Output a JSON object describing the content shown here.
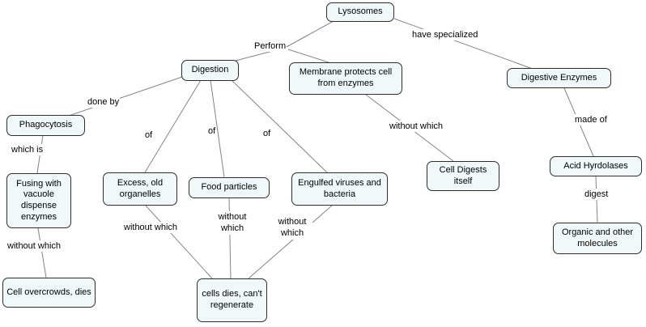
{
  "title": "Lysosomes concept map",
  "colors": {
    "background": "#ffffff",
    "node_fill": "#f1f8f9",
    "node_border": "#2e2e2e",
    "line": "#848484",
    "text": "#000000"
  },
  "nodes": {
    "lysosomes": {
      "label": "Lysosomes"
    },
    "digestion": {
      "label": "Digestion"
    },
    "membrane": {
      "label": "Membrane protects cell from enzymes"
    },
    "digestive_enzymes": {
      "label": "Digestive Enzymes"
    },
    "phagocytosis": {
      "label": "Phagocytosis"
    },
    "excess_organelles": {
      "label": "Excess, old organelles"
    },
    "food_particles": {
      "label": "Food particles"
    },
    "engulfed_viruses": {
      "label": "Engulfed viruses and bacteria"
    },
    "cell_digests_itself": {
      "label": "Cell Digests itself"
    },
    "acid_hydrolases": {
      "label": "Acid Hyrdolases"
    },
    "fusing_vacuole": {
      "label": "Fusing with vacuole dispense enzymes"
    },
    "cell_overcrowds": {
      "label": "Cell overcrowds, dies"
    },
    "cells_die": {
      "label": "cells dies, can't regenerate"
    },
    "organic_molecules": {
      "label": "Organic and other molecules"
    }
  },
  "edges": {
    "perform": {
      "label": "Perform"
    },
    "have_specialized": {
      "label": "have specialized"
    },
    "done_by": {
      "label": "done by"
    },
    "of_1": {
      "label": "of"
    },
    "of_2": {
      "label": "of"
    },
    "of_3": {
      "label": "of"
    },
    "without_which_membrane": {
      "label": "without which"
    },
    "made_of": {
      "label": "made of"
    },
    "which_is": {
      "label": "which is"
    },
    "without_which_fusing": {
      "label": "without which"
    },
    "without_which_excess": {
      "label": "without which"
    },
    "without_which_food": {
      "label": "without which"
    },
    "without_which_engulfed": {
      "label": "without which"
    },
    "digest": {
      "label": "digest"
    }
  }
}
